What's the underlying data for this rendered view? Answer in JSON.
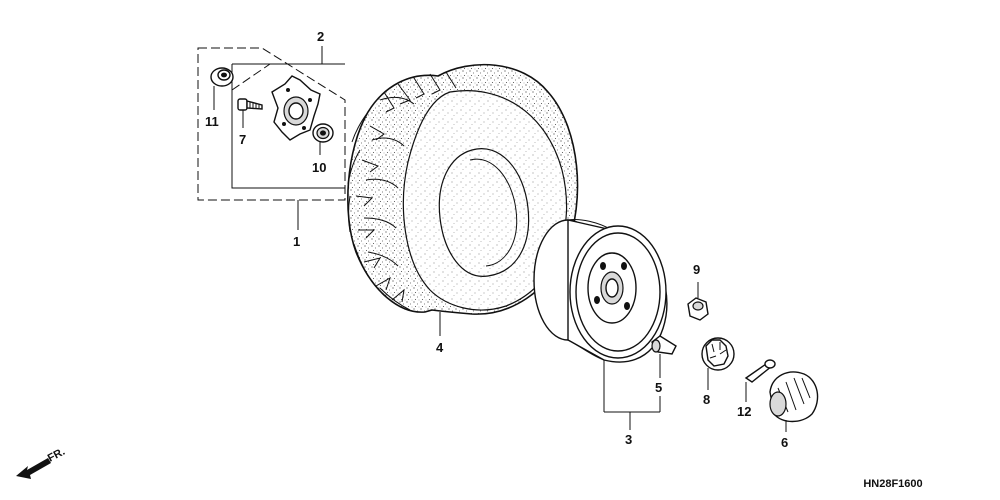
{
  "diagram": {
    "callouts": {
      "c1": "1",
      "c2": "2",
      "c3": "3",
      "c4": "4",
      "c5": "5",
      "c6": "6",
      "c7": "7",
      "c8": "8",
      "c9": "9",
      "c10": "10",
      "c11": "11",
      "c12": "12"
    },
    "front_marker": "FR.",
    "drawing_code": "HN28F1600"
  }
}
